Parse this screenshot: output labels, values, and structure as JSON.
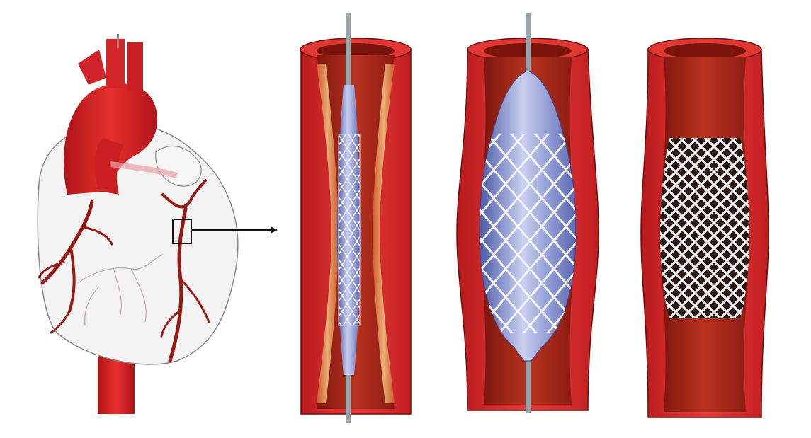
{
  "figure": {
    "panels": [
      {
        "id": "heart",
        "icon": "heart-icon"
      },
      {
        "id": "artery-stage-1",
        "icon": "collapsed-stent-catheter-icon"
      },
      {
        "id": "artery-stage-2",
        "icon": "inflated-balloon-stent-icon"
      },
      {
        "id": "artery-stage-3",
        "icon": "expanded-stent-icon"
      }
    ],
    "colors": {
      "vessel_red": "#d6282b",
      "vessel_dark": "#8e1512",
      "lumen": "#b52a1c",
      "plaque": "#f0b878",
      "balloon_blue": "#8a95d4",
      "stent_metal": "#e8e8ee",
      "catheter": "#9aa3a8",
      "heart_outline": "#8a8a8a"
    }
  }
}
